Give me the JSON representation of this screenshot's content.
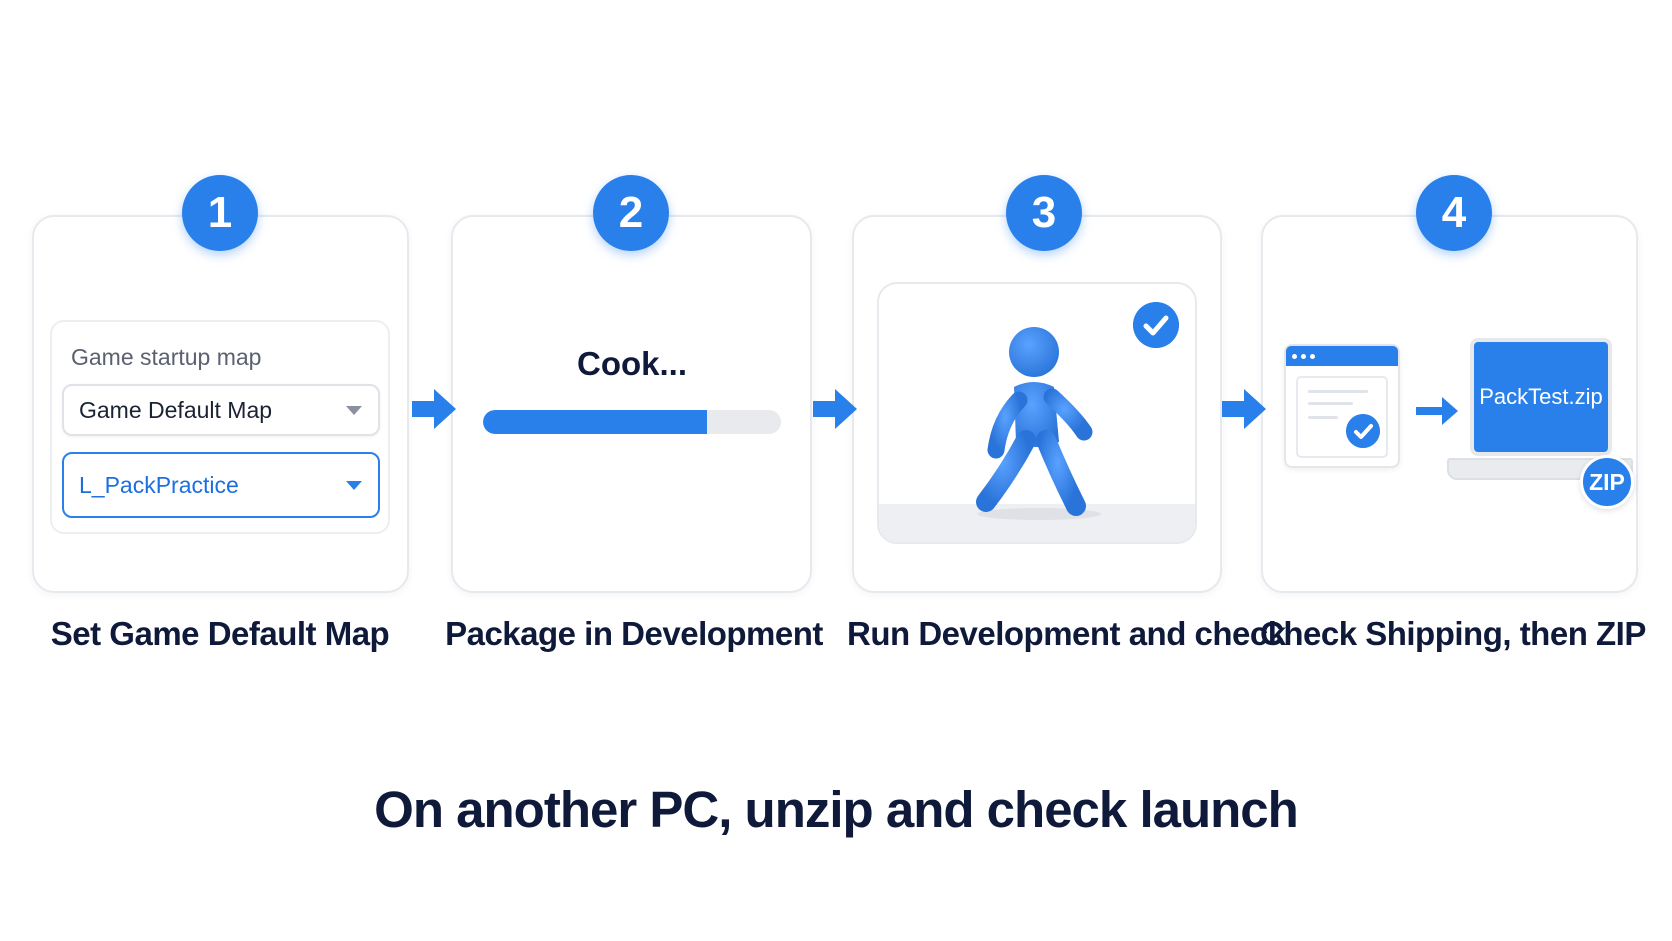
{
  "colors": {
    "accent": "#2a80ea",
    "heading": "#0f1a3a",
    "card_border": "#e6e9ee",
    "track": "#e8eaee"
  },
  "steps": [
    {
      "number": "1",
      "caption": "Set Game Default Map"
    },
    {
      "number": "2",
      "caption": "Package in Development"
    },
    {
      "number": "3",
      "caption": "Run Development and check"
    },
    {
      "number": "4",
      "caption": "Check Shipping, then ZIP"
    }
  ],
  "step1": {
    "label": "Game startup map",
    "dropdown_default": "Game Default Map",
    "dropdown_selected": "L_PackPractice"
  },
  "step2": {
    "status": "Cook...",
    "progress": 0.75
  },
  "step3": {
    "icons": [
      "walking-figure-icon",
      "check-icon"
    ]
  },
  "step4": {
    "zip_filename": "PackTest.zip",
    "zip_badge": "ZIP"
  },
  "footer": "On another PC, unzip and check launch"
}
